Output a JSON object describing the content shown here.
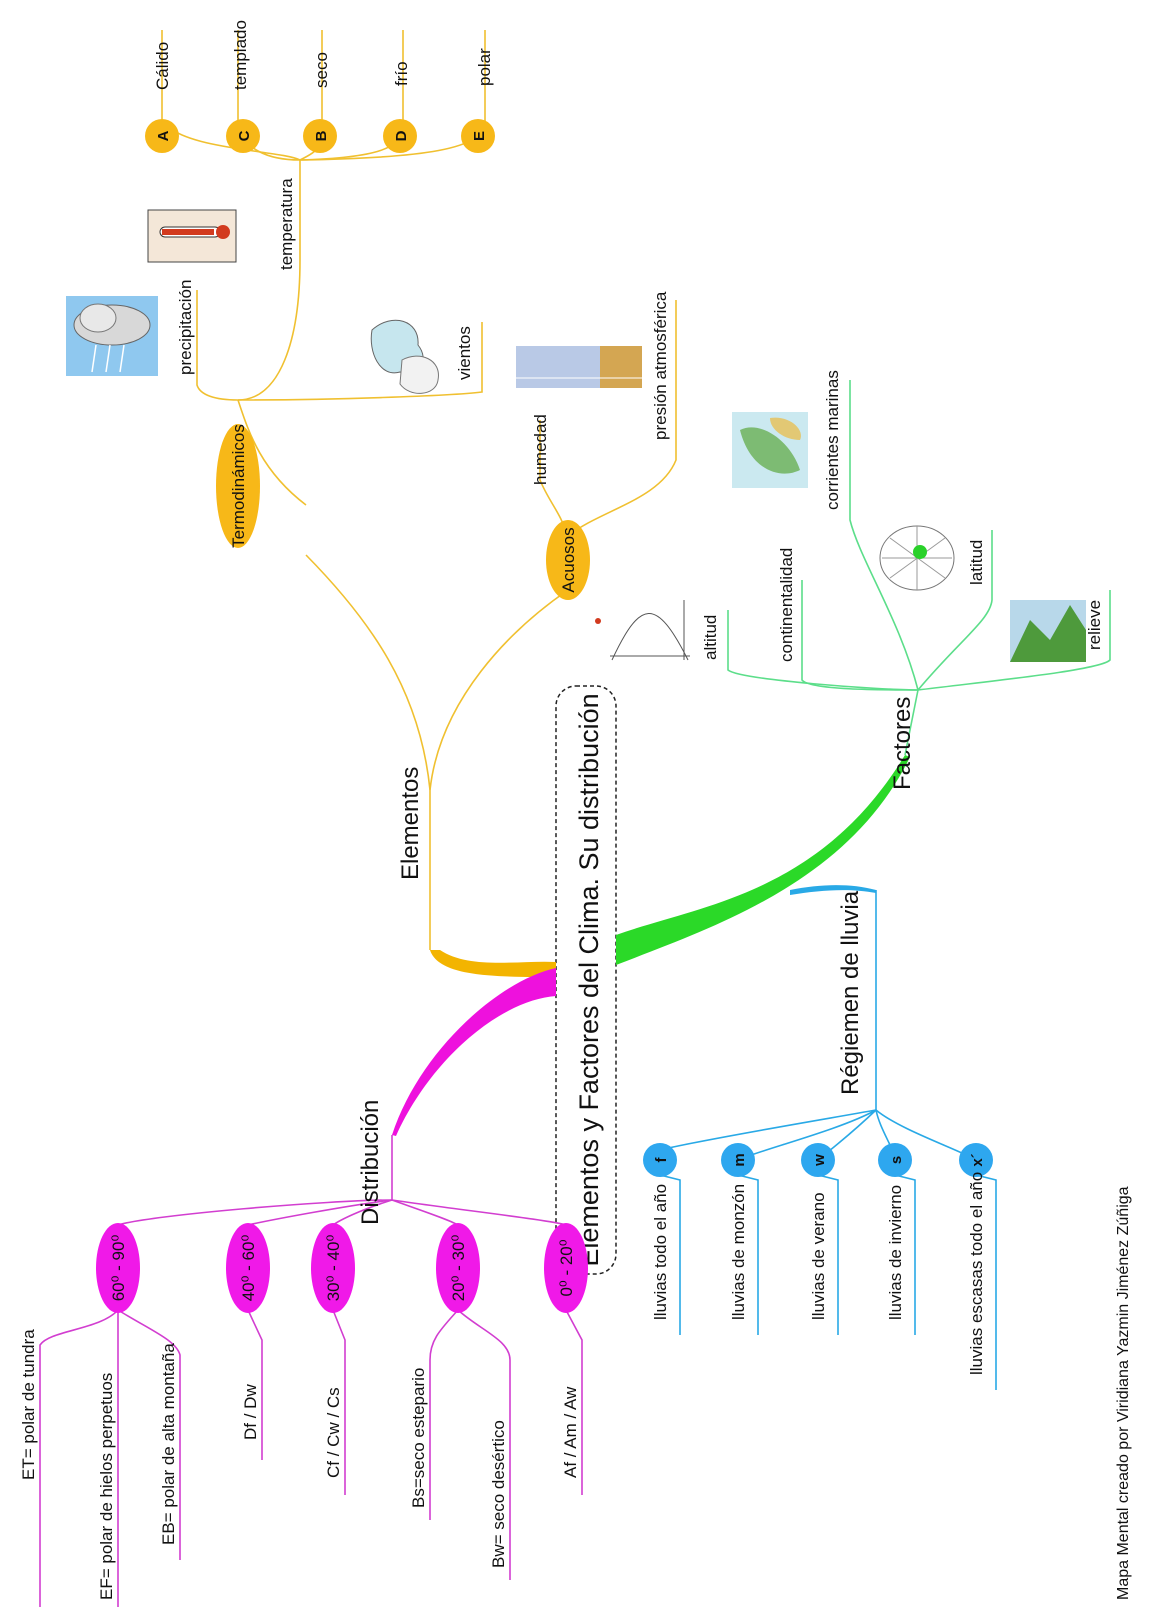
{
  "title": "Elementos y Factores del Clima. Su distribución",
  "colors": {
    "elementos": "#f3b400",
    "factores": "#2bd928",
    "distribucion": "#ee11dd",
    "regimen": "#29a9e6",
    "node_yellow": "#f7b818",
    "node_magenta": "#f019e8",
    "node_blue": "#2ea7ef",
    "factores_line": "#5cde8a",
    "distribucion_line": "#d23ed0"
  },
  "elementos": {
    "label": "Elementos",
    "termodinamicos": {
      "label": "Termodinámicos",
      "precipitacion": "precipitación",
      "vientos": "vientos",
      "temperatura": {
        "label": "temperatura",
        "groups": [
          {
            "letter": "A",
            "label": "Cálido"
          },
          {
            "letter": "C",
            "label": "templado"
          },
          {
            "letter": "B",
            "label": "seco"
          },
          {
            "letter": "D",
            "label": "frío"
          },
          {
            "letter": "E",
            "label": "polar"
          }
        ]
      }
    },
    "acuosos": {
      "label": "Acuosos",
      "humedad": "humedad",
      "presion": "presión atmosférica"
    }
  },
  "factores": {
    "label": "Factores",
    "items": [
      "altitud",
      "continentalidad",
      "corrientes marinas",
      "latitud",
      "relieve"
    ]
  },
  "regimen": {
    "label": "Régiemen de lluvia",
    "items": [
      {
        "letter": "f",
        "label": "lluvias todo el año"
      },
      {
        "letter": "m",
        "label": "lluvias de monzón"
      },
      {
        "letter": "w",
        "label": "lluvias de verano"
      },
      {
        "letter": "s",
        "label": "lluvias de invierno"
      },
      {
        "letter": "x´",
        "label": "lluvias escasas todo el año"
      }
    ]
  },
  "distribucion": {
    "label": "Distribución",
    "groups": [
      {
        "range": "60⁰ - 90⁰",
        "items": [
          "ET= polar de tundra",
          "EF= polar de hielos perpetuos",
          "EB= polar de alta montaña"
        ]
      },
      {
        "range": "40⁰ - 60⁰",
        "items": [
          "Df / Dw"
        ]
      },
      {
        "range": "30⁰ - 40⁰",
        "items": [
          "Cf / Cw / Cs"
        ]
      },
      {
        "range": "20⁰ - 30⁰",
        "items": [
          "Bs=seco estepario",
          "Bw= seco desértico"
        ]
      },
      {
        "range": "0⁰ - 20⁰",
        "items": [
          "Af / Am / Aw"
        ]
      }
    ]
  },
  "credit": "Mapa Mental creado por Viridiana Yazmin Jiménez Zúñiga",
  "icons": [
    "cloud-rain-icon",
    "thermometer-icon",
    "wind-map-icon",
    "pressure-icon",
    "altitude-graph-icon",
    "world-map-icon",
    "globe-icon",
    "relief-icon"
  ]
}
